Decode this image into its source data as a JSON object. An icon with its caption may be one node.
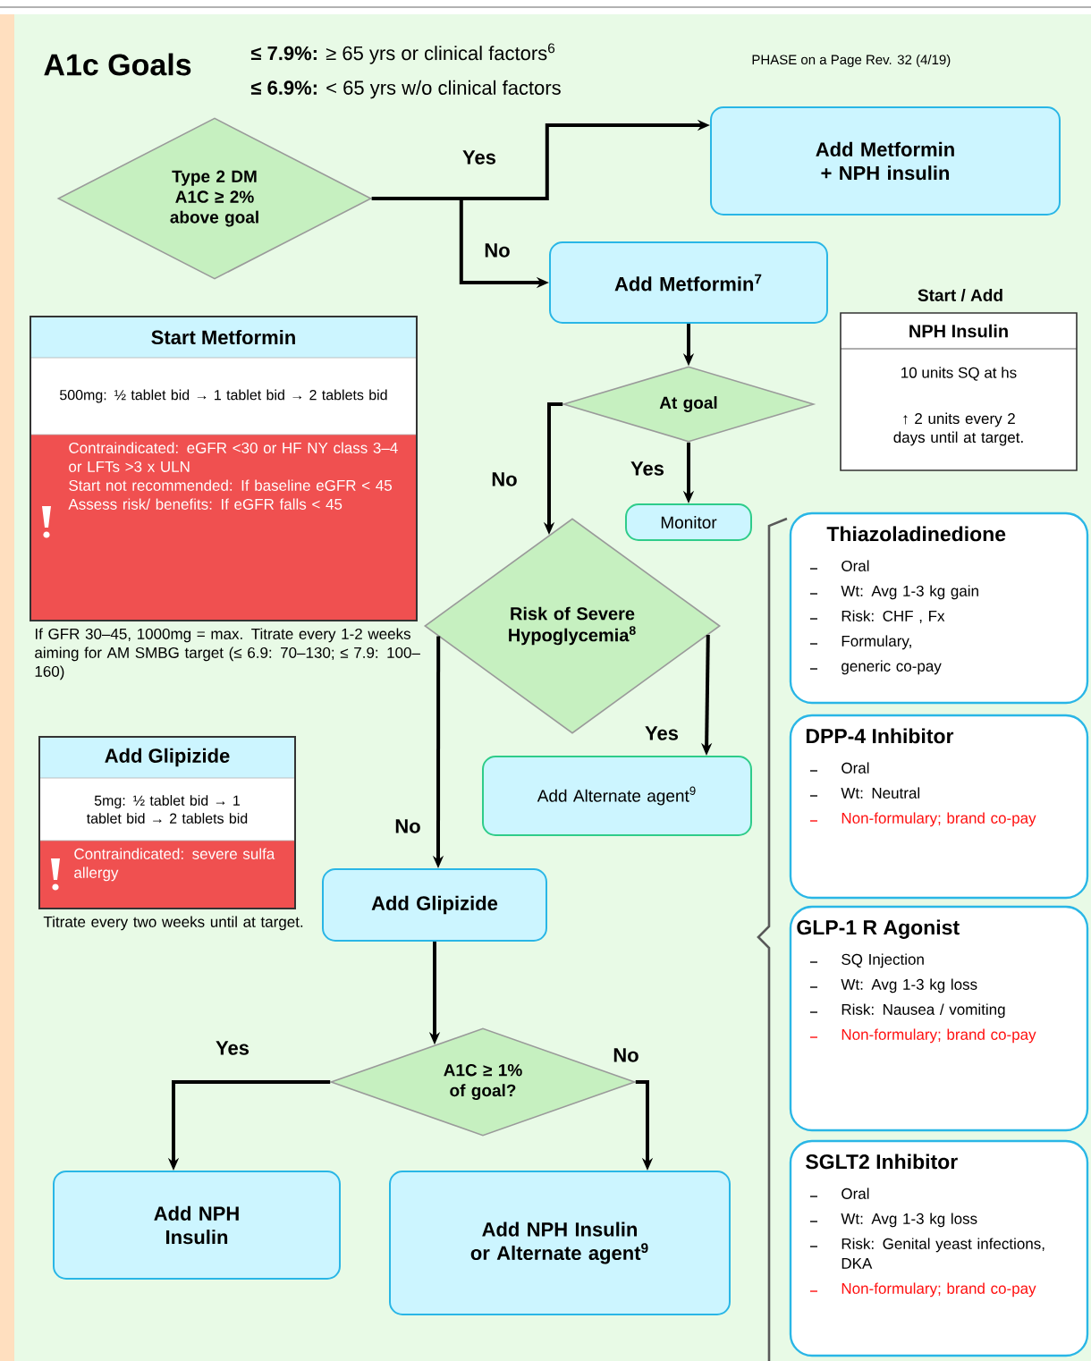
{
  "diagram": {
    "title": "A1c Goals",
    "nodes": [
      {
        "text": [
          "Type 2 DM A1C ≥ 2% above goal"
        ]
      },
      {
        "text": [
          "Add Metformin + NPH insulin"
        ]
      },
      {
        "text": [
          "Add Metformin$^{7}$"
        ]
      },
      {
        "text": [
          "At goal"
        ]
      },
      {
        "text": [
          "Monitor"
        ]
      },
      {
        "text": [
          "Risk of Severe Hypoglycemia$^{8}$"
        ]
      },
      {
        "text": [
          "Add Alternate agent$^{9}$"
        ]
      },
      {
        "text": [
          "Add Glipizide"
        ]
      },
      {
        "text": [
          "A1C ≥ 1% of goal?"
        ]
      },
      {
        "text": [
          "Add NPH Insulin"
        ]
      },
      {
        "text": [
          "Add NPH Insulin or Alternate agent$^{9}$"
        ]
      },
      {
        "text": [
          "Start Metformin",
          "500mg: ½ tablet bid → 1 tablet bid → 2 tablets bid",
          "Contraindicated: eGFR <30 or HF NY class 3–4 or LFTs >3 x ULN",
          "Start not recommended: If baseline eGFR < 45",
          "Assess risk/ benefits: If eGFR falls < 45"
        ],
        "beside": [
          "If GFR 30–45, 1000mg = max. Titrate every 1-2 weeks aiming for AM SMBG target (≤ 6.9: 70–130; ≤ 7.9: 100–160)"
        ]
      },
      {
        "text": [
          "Add Glipizide",
          "5mg: ½ tablet bid → 1 tablet bid → 2 tablets bid",
          "Contraindicated: severe sulfa allergy"
        ],
        "beside": [
          "Titrate every two weeks until at target."
        ]
      },
      {
        "text": [
          "Start / Add",
          "NPH Insulin",
          "10 units SQ at hs",
          "↑ 2 units every 2 days until at target."
        ]
      },
      {
        "text": [
          "Thiazoladinedione",
          "Oral",
          "Wt: Avg 1-3 kg gain",
          "Risk: CHF , Fx",
          "Formulary,",
          "generic co-pay"
        ]
      },
      {
        "text": [
          "DPP-4 Inhibitor",
          "Oral",
          "Wt: Neutral",
          "Non-formulary; brand co-pay"
        ]
      },
      {
        "text": [
          "GLP-1 R Agonist",
          "SQ Injection",
          "Wt: Avg 1-3 kg loss",
          "Risk: Nausea / vomiting",
          "Non-formulary; brand co-pay"
        ]
      },
      {
        "text": [
          "SGLT2 Inhibitor",
          "Oral",
          "Wt: Avg 1-3 kg loss",
          "Risk: Genital yeast infections, DKA",
          "Non-formulary; brand co-pay"
        ]
      }
    ],
    "edges": [
      {
        "from": 0,
        "to": 1,
        "arrow": "to",
        "label": "Yes"
      },
      {
        "from": 0,
        "to": 2,
        "arrow": "to",
        "label": "No"
      },
      {
        "from": 2,
        "to": 3,
        "arrow": "to"
      },
      {
        "from": 3,
        "to": 5,
        "arrow": "to",
        "label": "No"
      },
      {
        "from": 3,
        "to": 4,
        "arrow": "to",
        "label": "Yes"
      },
      {
        "from": 5,
        "to": 6,
        "arrow": "to",
        "label": "Yes"
      },
      {
        "from": 5,
        "to": 7,
        "arrow": "to",
        "label": "No"
      },
      {
        "from": 7,
        "to": 8,
        "arrow": "to"
      },
      {
        "from": 8,
        "to": 9,
        "arrow": "to",
        "label": "Yes"
      },
      {
        "from": 8,
        "to": 10,
        "arrow": "to",
        "label": "No"
      }
    ],
    "labels": [
      "**≤ 7.9%:** ≥ 65 yrs or clinical factors$^{6}$",
      "**≤ 6.9%:** < 65 yrs w/o clinical factors",
      "PHASE on a Page Rev. 32 (4/19)"
    ]
  }
}
